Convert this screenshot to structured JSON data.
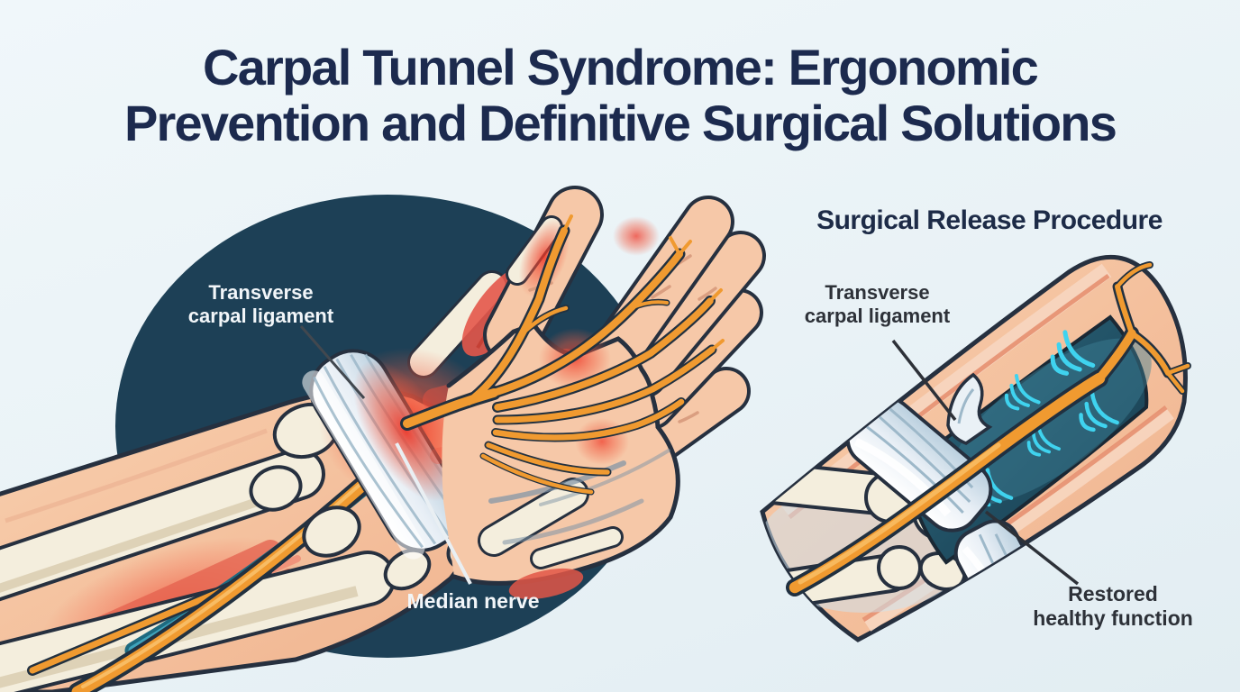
{
  "title": {
    "line1": "Carpal Tunnel Syndrome: Ergonomic",
    "line2": "Prevention and Definitive Surgical Solutions"
  },
  "left_panel": {
    "labels": {
      "transverse_carpal_ligament": {
        "line1": "Transverse",
        "line2": "carpal ligament"
      },
      "median_nerve": "Median nerve"
    }
  },
  "right_panel": {
    "heading": "Surgical Release Procedure",
    "labels": {
      "transverse_carpal_ligament": {
        "line1": "Transverse",
        "line2": "carpal ligament"
      },
      "restored_healthy_function": {
        "line1": "Restored",
        "line2": "healthy function"
      }
    }
  },
  "colors": {
    "background": "#e9f2f6",
    "title_text": "#1c2a4e",
    "label_dark_text": "#2d3138",
    "label_light_text": "#f2f6f9",
    "circle_backdrop": "#1d4056",
    "skin": "#f5c4a4",
    "bone": "#f4eedd",
    "ligament_silver": "#dde8f0",
    "inflammation_red": "#ee3b2c",
    "nerve_orange": "#f09a30",
    "tendon_teal": "#3fa3bb",
    "surgical_window": "#1d4a5e",
    "healing_cyan": "#3fd3ef"
  }
}
